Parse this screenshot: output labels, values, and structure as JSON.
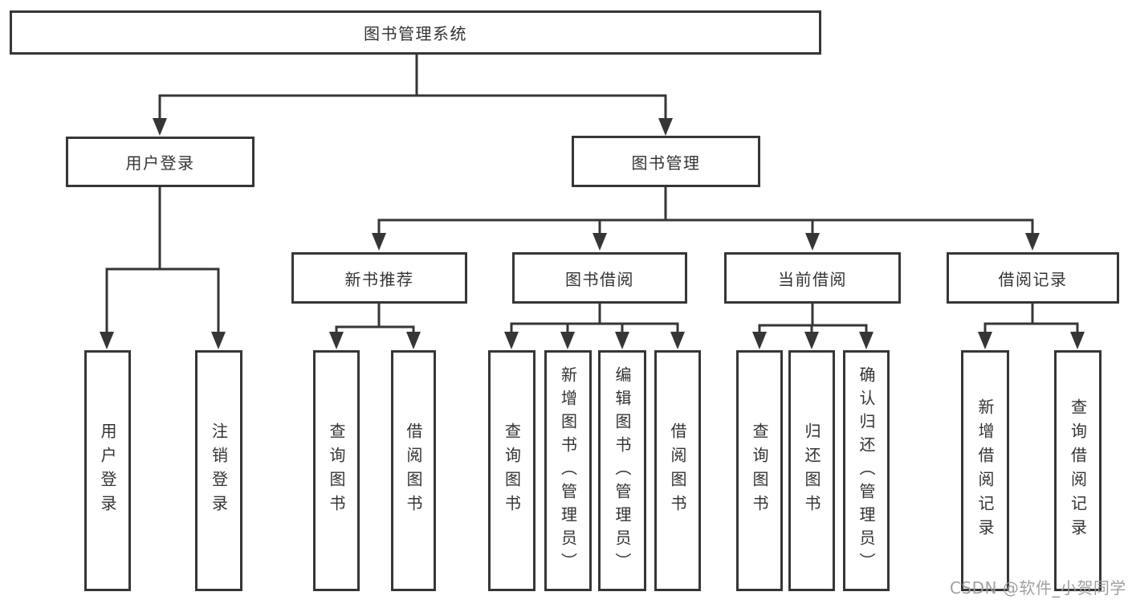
{
  "root": {
    "label": "图书管理系统"
  },
  "user_login": {
    "label": "用户登录",
    "children": {
      "login": "用户登录",
      "logout": "注销登录"
    }
  },
  "book_management": {
    "label": "图书管理",
    "sections": {
      "new_books": {
        "label": "新书推荐",
        "children": {
          "search_books": "查询图书",
          "borrow_books": "借阅图书"
        }
      },
      "book_borrowing": {
        "label": "图书借阅",
        "children": {
          "search_books": "查询图书",
          "add_books": "新增图书（管理员）",
          "edit_books": "编辑图书（管理员）",
          "borrow_books": "借阅图书"
        }
      },
      "current_borrowing": {
        "label": "当前借阅",
        "children": {
          "search_books": "查询图书",
          "return_books": "归还图书",
          "confirm_return": "确认归还（管理员）"
        }
      },
      "borrowing_records": {
        "label": "借阅记录",
        "children": {
          "add_record": "新增借阅记录",
          "search_record": "查询借阅记录"
        }
      }
    }
  },
  "watermark": {
    "text": "CSDN @软件_小贺同学"
  },
  "colors": {
    "line": "#363636",
    "text": "#333333",
    "background": "#ffffff",
    "watermark": "#9b9b9b"
  }
}
